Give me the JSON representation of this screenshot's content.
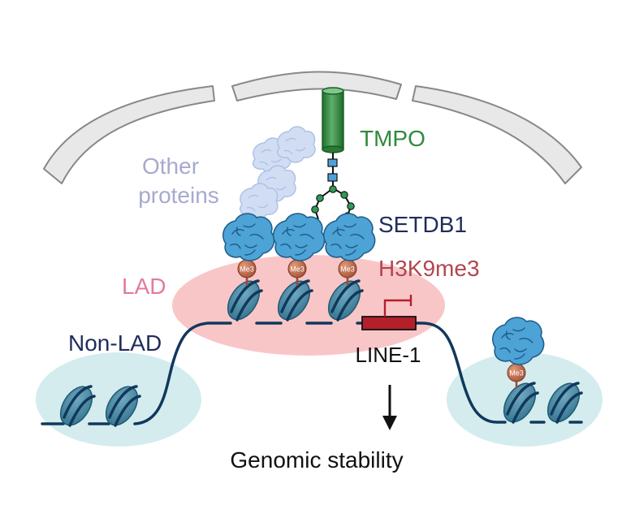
{
  "labels": {
    "tmpo": "TMPO",
    "other_proteins_line1": "Other",
    "other_proteins_line2": "proteins",
    "setdb1": "SETDB1",
    "h3k9me3": "H3K9me3",
    "lad": "LAD",
    "non_lad": "Non-LAD",
    "line1": "LINE-1",
    "genomic_stability": "Genomic stability",
    "me3": "Me3"
  },
  "colors": {
    "tmpo": "#2e8a3c",
    "setdb1": "#1f2d5c",
    "h3k9me3": "#b2474f",
    "lad_text": "#e27b9a",
    "lad_region": "#f9c6c8",
    "non_lad_text": "#1f2d5c",
    "non_lad_region": "#d4ecee",
    "other_proteins": "#a7a9cf",
    "protein_blue": "#4ea3d6",
    "protein_faint": "#c9d8f2",
    "nucleosome": "#3e7f9a",
    "dna": "#11385c",
    "me3_bead": "#b65a3c",
    "line1_box": "#b3202a",
    "envelope": "#e8e8e8",
    "black": "#111111"
  },
  "icons": {
    "promoter": "promoter-arrow-icon",
    "arrow": "down-arrow-icon"
  }
}
